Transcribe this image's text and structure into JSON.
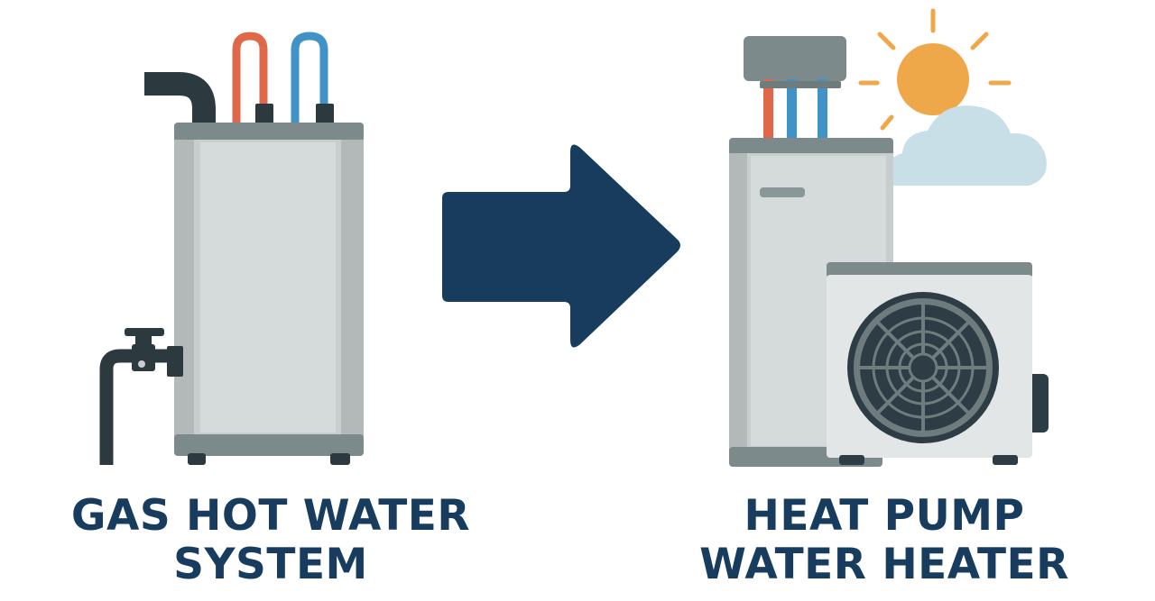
{
  "labels": {
    "left_line1": "GAS HOT WATER",
    "left_line2": "SYSTEM",
    "right_line1": "HEAT PUMP",
    "right_line2": "WATER HEATER"
  },
  "colors": {
    "navy": "#173c5e",
    "tank_body": "#c8cdcd",
    "tank_panel": "#d5dada",
    "tank_shade": "#b3b9b9",
    "tank_cap": "#7d8a8c",
    "pipe_dark": "#2c3a40",
    "hot_pipe": "#e0684a",
    "cold_pipe": "#3f93c7",
    "sun": "#eea84a",
    "cloud": "#c8dfe8",
    "fan_unit": "#e3e6e6",
    "fan_dark": "#2e3d45"
  },
  "icons": {
    "left": "gas-water-heater-icon",
    "arrow": "right-arrow-icon",
    "right": "heat-pump-water-heater-icon"
  }
}
